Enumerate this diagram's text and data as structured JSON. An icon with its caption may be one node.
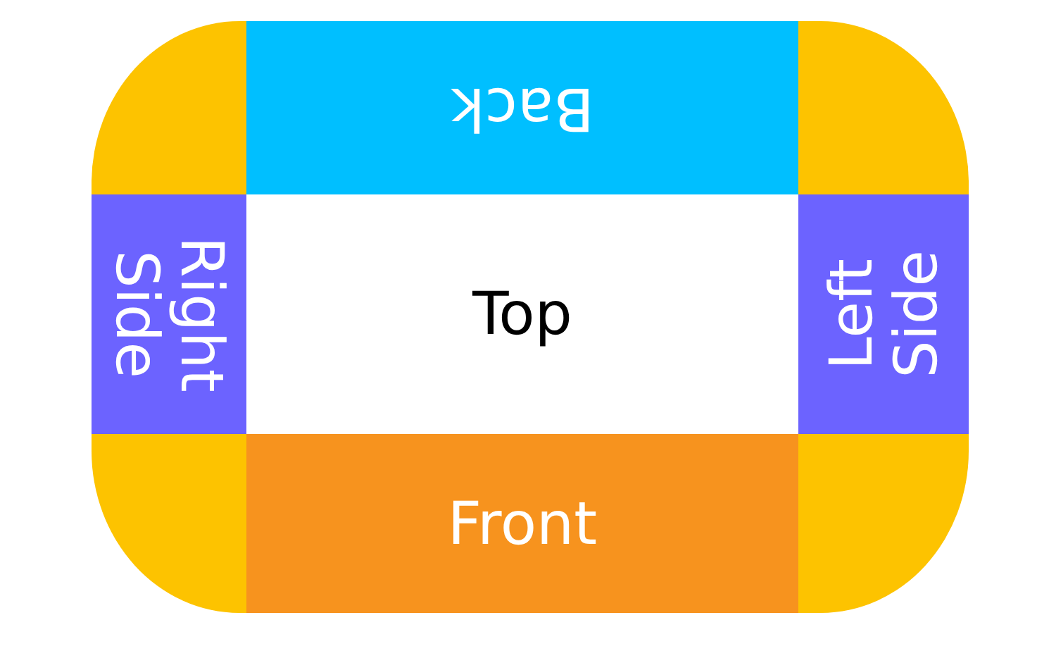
{
  "diagram": {
    "nodes": [
      {
        "text": [],
        "shape": "box"
      },
      {
        "text": [
          "Back"
        ]
      },
      {
        "text": [],
        "shape": "box"
      },
      {
        "text": [
          "Right Side"
        ]
      },
      {
        "text": [
          "Top"
        ]
      },
      {
        "text": [
          "Left Side"
        ]
      },
      {
        "text": [],
        "shape": "box"
      },
      {
        "text": [
          "Front"
        ]
      },
      {
        "text": [],
        "shape": "box"
      }
    ],
    "edges": []
  }
}
